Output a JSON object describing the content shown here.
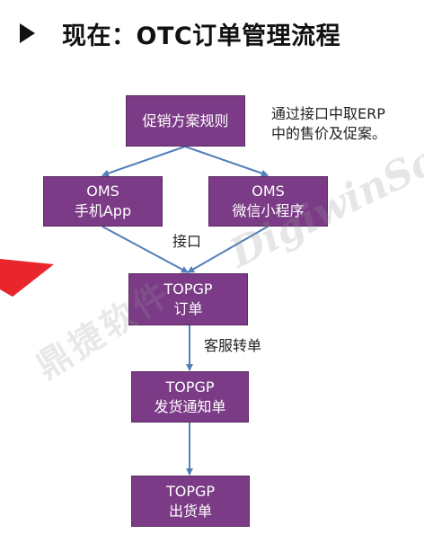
{
  "title": "现在：OTC订单管理流程",
  "watermark": {
    "chinese": "鼎捷软件",
    "english": "DigiwinSoft"
  },
  "nodes": {
    "promo_rules": {
      "line1": "促销方案规则"
    },
    "oms_app": {
      "line1": "OMS",
      "line2": "手机App"
    },
    "oms_mini": {
      "line1": "OMS",
      "line2": "微信小程序"
    },
    "topgp_order": {
      "line1": "TOPGP",
      "line2": "订单"
    },
    "topgp_notice": {
      "line1": "TOPGP",
      "line2": "发货通知单"
    },
    "topgp_ship": {
      "line1": "TOPGP",
      "line2": "出货单"
    }
  },
  "notes": {
    "erp_line1": "通过接口中取ERP",
    "erp_line2": "中的售价及促案。"
  },
  "edge_labels": {
    "interface": "接口",
    "service_convert": "客服转单"
  },
  "colors": {
    "box_fill": "#7b3b86",
    "arrow": "#4f7fb8",
    "pointer": "#e8262b"
  }
}
